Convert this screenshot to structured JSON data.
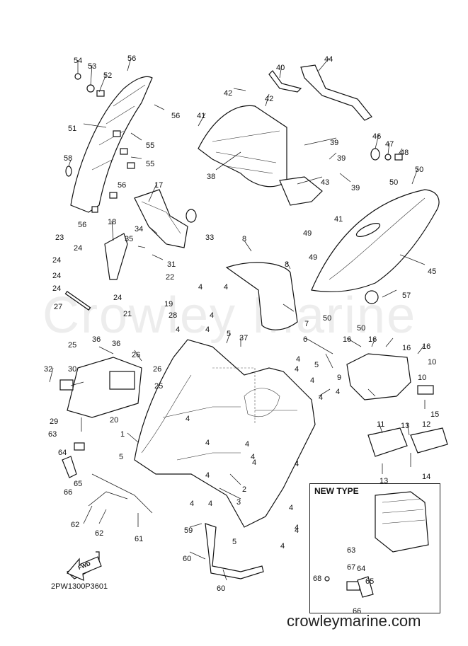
{
  "watermark": "Crowley Marine",
  "new_type_label": "NEW TYPE",
  "diagram_code": "2PW1300P3601",
  "site": "crowleymarine.com",
  "fwd_label": "FWD",
  "callouts": [
    "54",
    "53",
    "52",
    "56",
    "56",
    "51",
    "55",
    "55",
    "58",
    "56",
    "56",
    "17",
    "18",
    "34",
    "33",
    "35",
    "31",
    "22",
    "23",
    "24",
    "24",
    "24",
    "24",
    "24",
    "27",
    "21",
    "28",
    "19",
    "40",
    "44",
    "42",
    "42",
    "41",
    "38",
    "39",
    "39",
    "43",
    "39",
    "41",
    "46",
    "47",
    "48",
    "50",
    "50",
    "49",
    "49",
    "45",
    "57",
    "8",
    "8",
    "4",
    "4",
    "7",
    "50",
    "50",
    "4",
    "4",
    "4",
    "5",
    "37",
    "36",
    "36",
    "25",
    "26",
    "26",
    "25",
    "32",
    "30",
    "29",
    "20",
    "63",
    "64",
    "65",
    "66",
    "1",
    "5",
    "4",
    "4",
    "4",
    "4",
    "5",
    "4",
    "4",
    "4",
    "4",
    "4",
    "6",
    "16",
    "16",
    "16",
    "16",
    "10",
    "10",
    "9",
    "15",
    "11",
    "13",
    "12",
    "14",
    "13",
    "4",
    "4",
    "4",
    "4",
    "4",
    "3",
    "2",
    "4",
    "4",
    "62",
    "62",
    "61",
    "59",
    "60",
    "60",
    "5",
    "4",
    "4",
    "63",
    "64",
    "67",
    "68",
    "65",
    "66"
  ]
}
